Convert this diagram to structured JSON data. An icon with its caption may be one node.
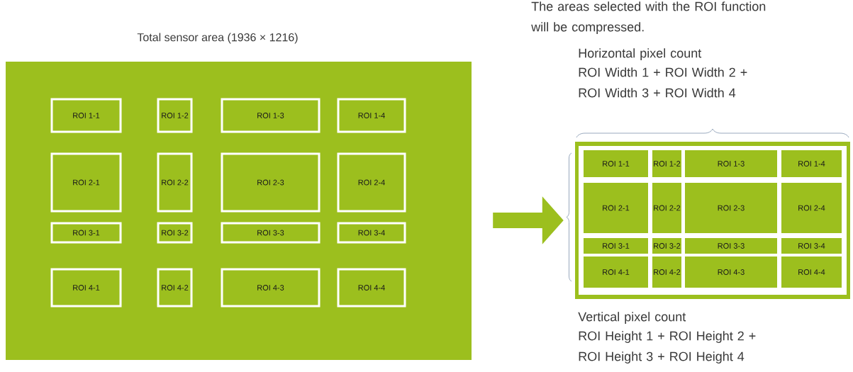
{
  "diagram": {
    "nodes": [
      {
        "text": [
          "Total sensor area (1936 × 1216)"
        ]
      },
      {
        "text": [
          "ROI 1-1"
        ],
        "in": 0
      },
      {
        "text": [
          "ROI 1-2"
        ],
        "in": 0
      },
      {
        "text": [
          "ROI 1-3"
        ],
        "in": 0
      },
      {
        "text": [
          "ROI 1-4"
        ],
        "in": 0
      },
      {
        "text": [
          "ROI 2-1"
        ],
        "in": 0
      },
      {
        "text": [
          "ROI 2-2"
        ],
        "in": 0
      },
      {
        "text": [
          "ROI 2-3"
        ],
        "in": 0
      },
      {
        "text": [
          "ROI 2-4"
        ],
        "in": 0
      },
      {
        "text": [
          "ROI 3-1"
        ],
        "in": 0
      },
      {
        "text": [
          "ROI 3-2"
        ],
        "in": 0
      },
      {
        "text": [
          "ROI 3-3"
        ],
        "in": 0
      },
      {
        "text": [
          "ROI 3-4"
        ],
        "in": 0
      },
      {
        "text": [
          "ROI 4-1"
        ],
        "in": 0
      },
      {
        "text": [
          "ROI 4-2"
        ],
        "in": 0
      },
      {
        "text": [
          "ROI 4-3"
        ],
        "in": 0
      },
      {
        "text": [
          "ROI 4-4"
        ],
        "in": 0
      },
      {
        "text": [],
        "shape": "box"
      },
      {
        "text": [
          "ROI 1-1"
        ],
        "in": 17
      },
      {
        "text": [
          "ROI 1-2"
        ],
        "in": 17
      },
      {
        "text": [
          "ROI 1-3"
        ],
        "in": 17
      },
      {
        "text": [
          "ROI 1-4"
        ],
        "in": 17
      },
      {
        "text": [
          "ROI 2-1"
        ],
        "in": 17
      },
      {
        "text": [
          "ROI 2-2"
        ],
        "in": 17
      },
      {
        "text": [
          "ROI 2-3"
        ],
        "in": 17
      },
      {
        "text": [
          "ROI 2-4"
        ],
        "in": 17
      },
      {
        "text": [
          "ROI 3-1"
        ],
        "in": 17
      },
      {
        "text": [
          "ROI 3-2"
        ],
        "in": 17
      },
      {
        "text": [
          "ROI 3-3"
        ],
        "in": 17
      },
      {
        "text": [
          "ROI 3-4"
        ],
        "in": 17
      },
      {
        "text": [
          "ROI 4-1"
        ],
        "in": 17
      },
      {
        "text": [
          "ROI 4-2"
        ],
        "in": 17
      },
      {
        "text": [
          "ROI 4-3"
        ],
        "in": 17
      },
      {
        "text": [
          "ROI 4-4"
        ],
        "in": 17
      }
    ],
    "edges": [
      {
        "from": 0,
        "to": 17,
        "arrow": "to"
      }
    ],
    "labels": [
      "The areas selected with the ROI function will be compressed.",
      "Horizontal pixel count",
      "ROI Width 1 + ROI Width 2 + ROI Width 3 + ROI Width 4",
      "Vertical pixel count",
      "ROI Height 1 + ROI Height 2 + ROI Height 3 + ROI Height 4"
    ]
  }
}
